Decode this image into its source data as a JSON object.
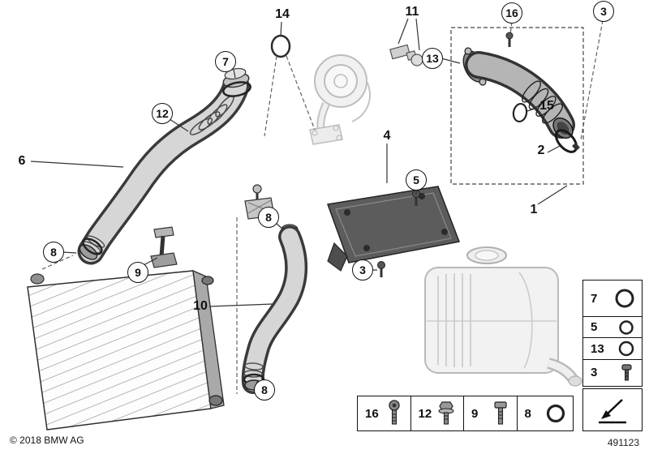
{
  "footer": {
    "copyright": "© 2018 BMW AG",
    "diagram_number": "491123"
  },
  "callouts": [
    {
      "label": "14",
      "style": "plain"
    },
    {
      "label": "11",
      "style": "plain"
    },
    {
      "label": "16",
      "style": "circled"
    },
    {
      "label": "3",
      "style": "circled"
    },
    {
      "label": "7",
      "style": "circled"
    },
    {
      "label": "13",
      "style": "circled"
    },
    {
      "label": "12",
      "style": "circled"
    },
    {
      "label": "6",
      "style": "plain"
    },
    {
      "label": "15",
      "style": "plain"
    },
    {
      "label": "2",
      "style": "plain"
    },
    {
      "label": "4",
      "style": "plain"
    },
    {
      "label": "5",
      "style": "circled"
    },
    {
      "label": "1",
      "style": "plain"
    },
    {
      "label": "8",
      "style": "circled"
    },
    {
      "label": "8",
      "style": "circled"
    },
    {
      "label": "9",
      "style": "circled"
    },
    {
      "label": "10",
      "style": "plain"
    },
    {
      "label": "3",
      "style": "circled"
    },
    {
      "label": "8",
      "style": "circled"
    }
  ],
  "legend_right": {
    "items": [
      {
        "label": "7",
        "icon": "o-ring-icon"
      },
      {
        "label": "5",
        "icon": "o-ring-icon"
      },
      {
        "label": "13",
        "icon": "o-ring-icon"
      },
      {
        "label": "3",
        "icon": "screw-icon"
      }
    ],
    "direction_symbol": "installation-direction-arrow"
  },
  "legend_bottom": {
    "items": [
      {
        "label": "16",
        "icon": "torx-screw-icon"
      },
      {
        "label": "12",
        "icon": "flange-bolt-icon"
      },
      {
        "label": "9",
        "icon": "hex-bolt-icon"
      },
      {
        "label": "8",
        "icon": "o-ring-icon"
      }
    ]
  }
}
